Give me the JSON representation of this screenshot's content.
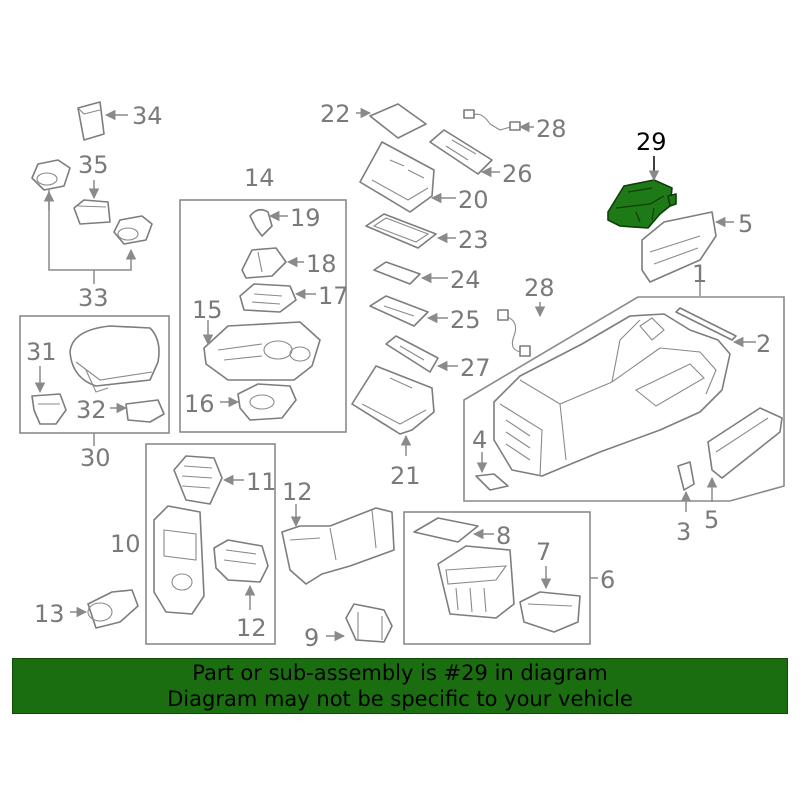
{
  "highlight_color": "#1e7a16",
  "banner": {
    "line1": "Part or sub-assembly is #29 in diagram",
    "line2": "Diagram may not be specific to your vehicle"
  },
  "labels": {
    "l1": "1",
    "l2": "2",
    "l3": "3",
    "l4": "4",
    "l5a": "5",
    "l5b": "5",
    "l6": "6",
    "l7": "7",
    "l8": "8",
    "l9": "9",
    "l10": "10",
    "l11": "11",
    "l12a": "12",
    "l12b": "12",
    "l13": "13",
    "l14": "14",
    "l15": "15",
    "l16": "16",
    "l17": "17",
    "l18": "18",
    "l19": "19",
    "l20": "20",
    "l21": "21",
    "l22": "22",
    "l23": "23",
    "l24": "24",
    "l25": "25",
    "l26": "26",
    "l27": "27",
    "l28a": "28",
    "l28b": "28",
    "l29": "29",
    "l30": "30",
    "l31": "31",
    "l32": "32",
    "l33": "33",
    "l34": "34",
    "l35": "35"
  }
}
